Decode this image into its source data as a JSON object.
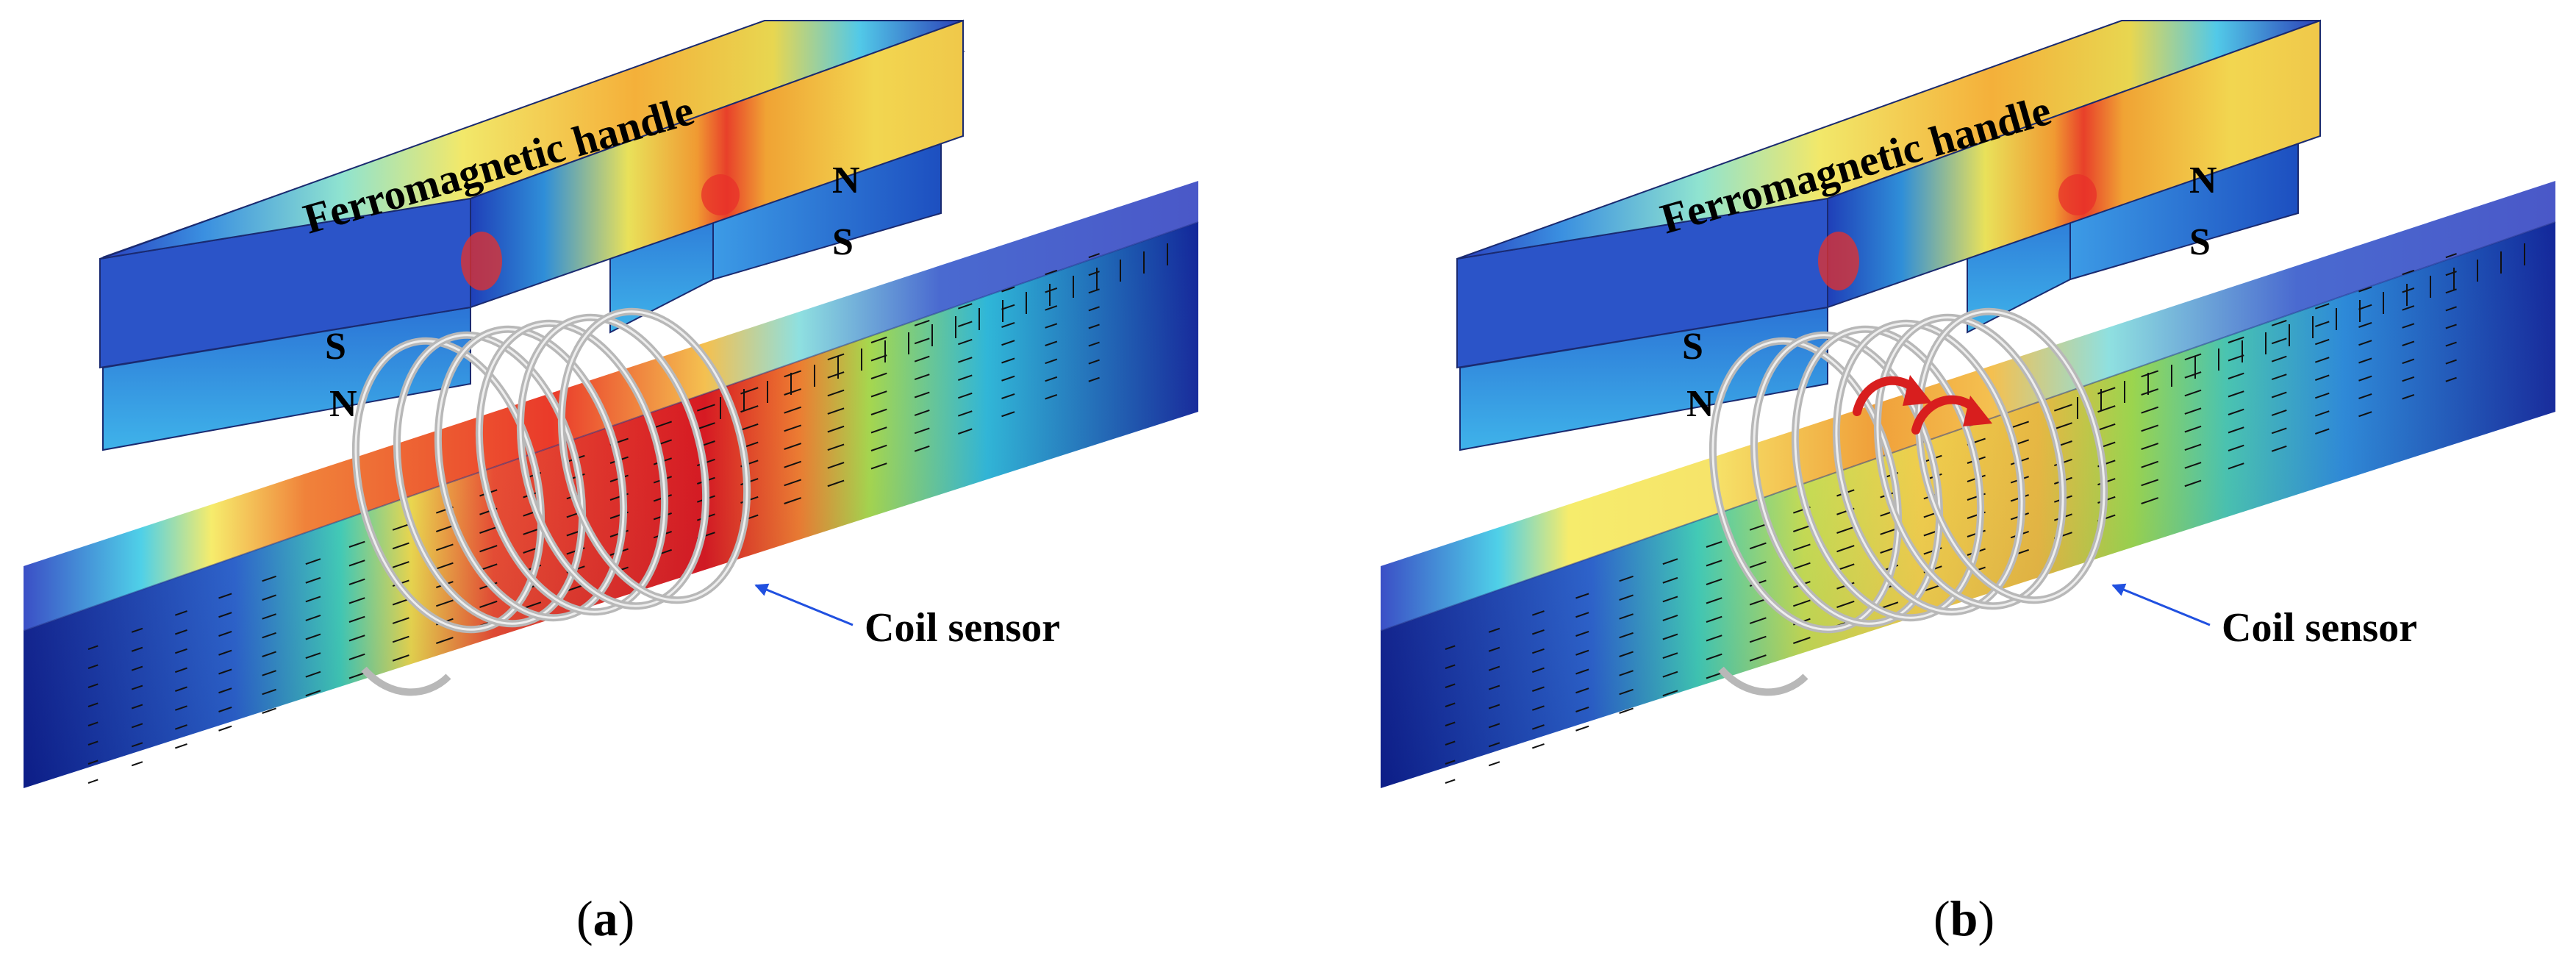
{
  "panels": [
    {
      "id": "a",
      "handle_label": "Ferromagnetic handle",
      "left_pole_top": "S",
      "left_pole_bottom": "N",
      "right_pole_top": "N",
      "right_pole_bottom": "S",
      "coil_label": "Coil sensor",
      "caption_open": "(",
      "caption_letter": "a",
      "caption_close": ")",
      "defect_shown": false
    },
    {
      "id": "b",
      "handle_label": "Ferromagnetic handle",
      "left_pole_top": "S",
      "left_pole_bottom": "N",
      "right_pole_top": "N",
      "right_pole_bottom": "S",
      "coil_label": "Coil sensor",
      "caption_open": "(",
      "caption_letter": "b",
      "caption_close": ")",
      "defect_shown": true
    }
  ],
  "colors": {
    "field_low": "#1a2bb0",
    "field_mid_low": "#27a8e0",
    "field_mid": "#f7e96a",
    "field_high": "#e8302a",
    "coil": "#b8b8b8",
    "leader_line": "#2050e0",
    "defect_arrow": "#d81e1e"
  }
}
